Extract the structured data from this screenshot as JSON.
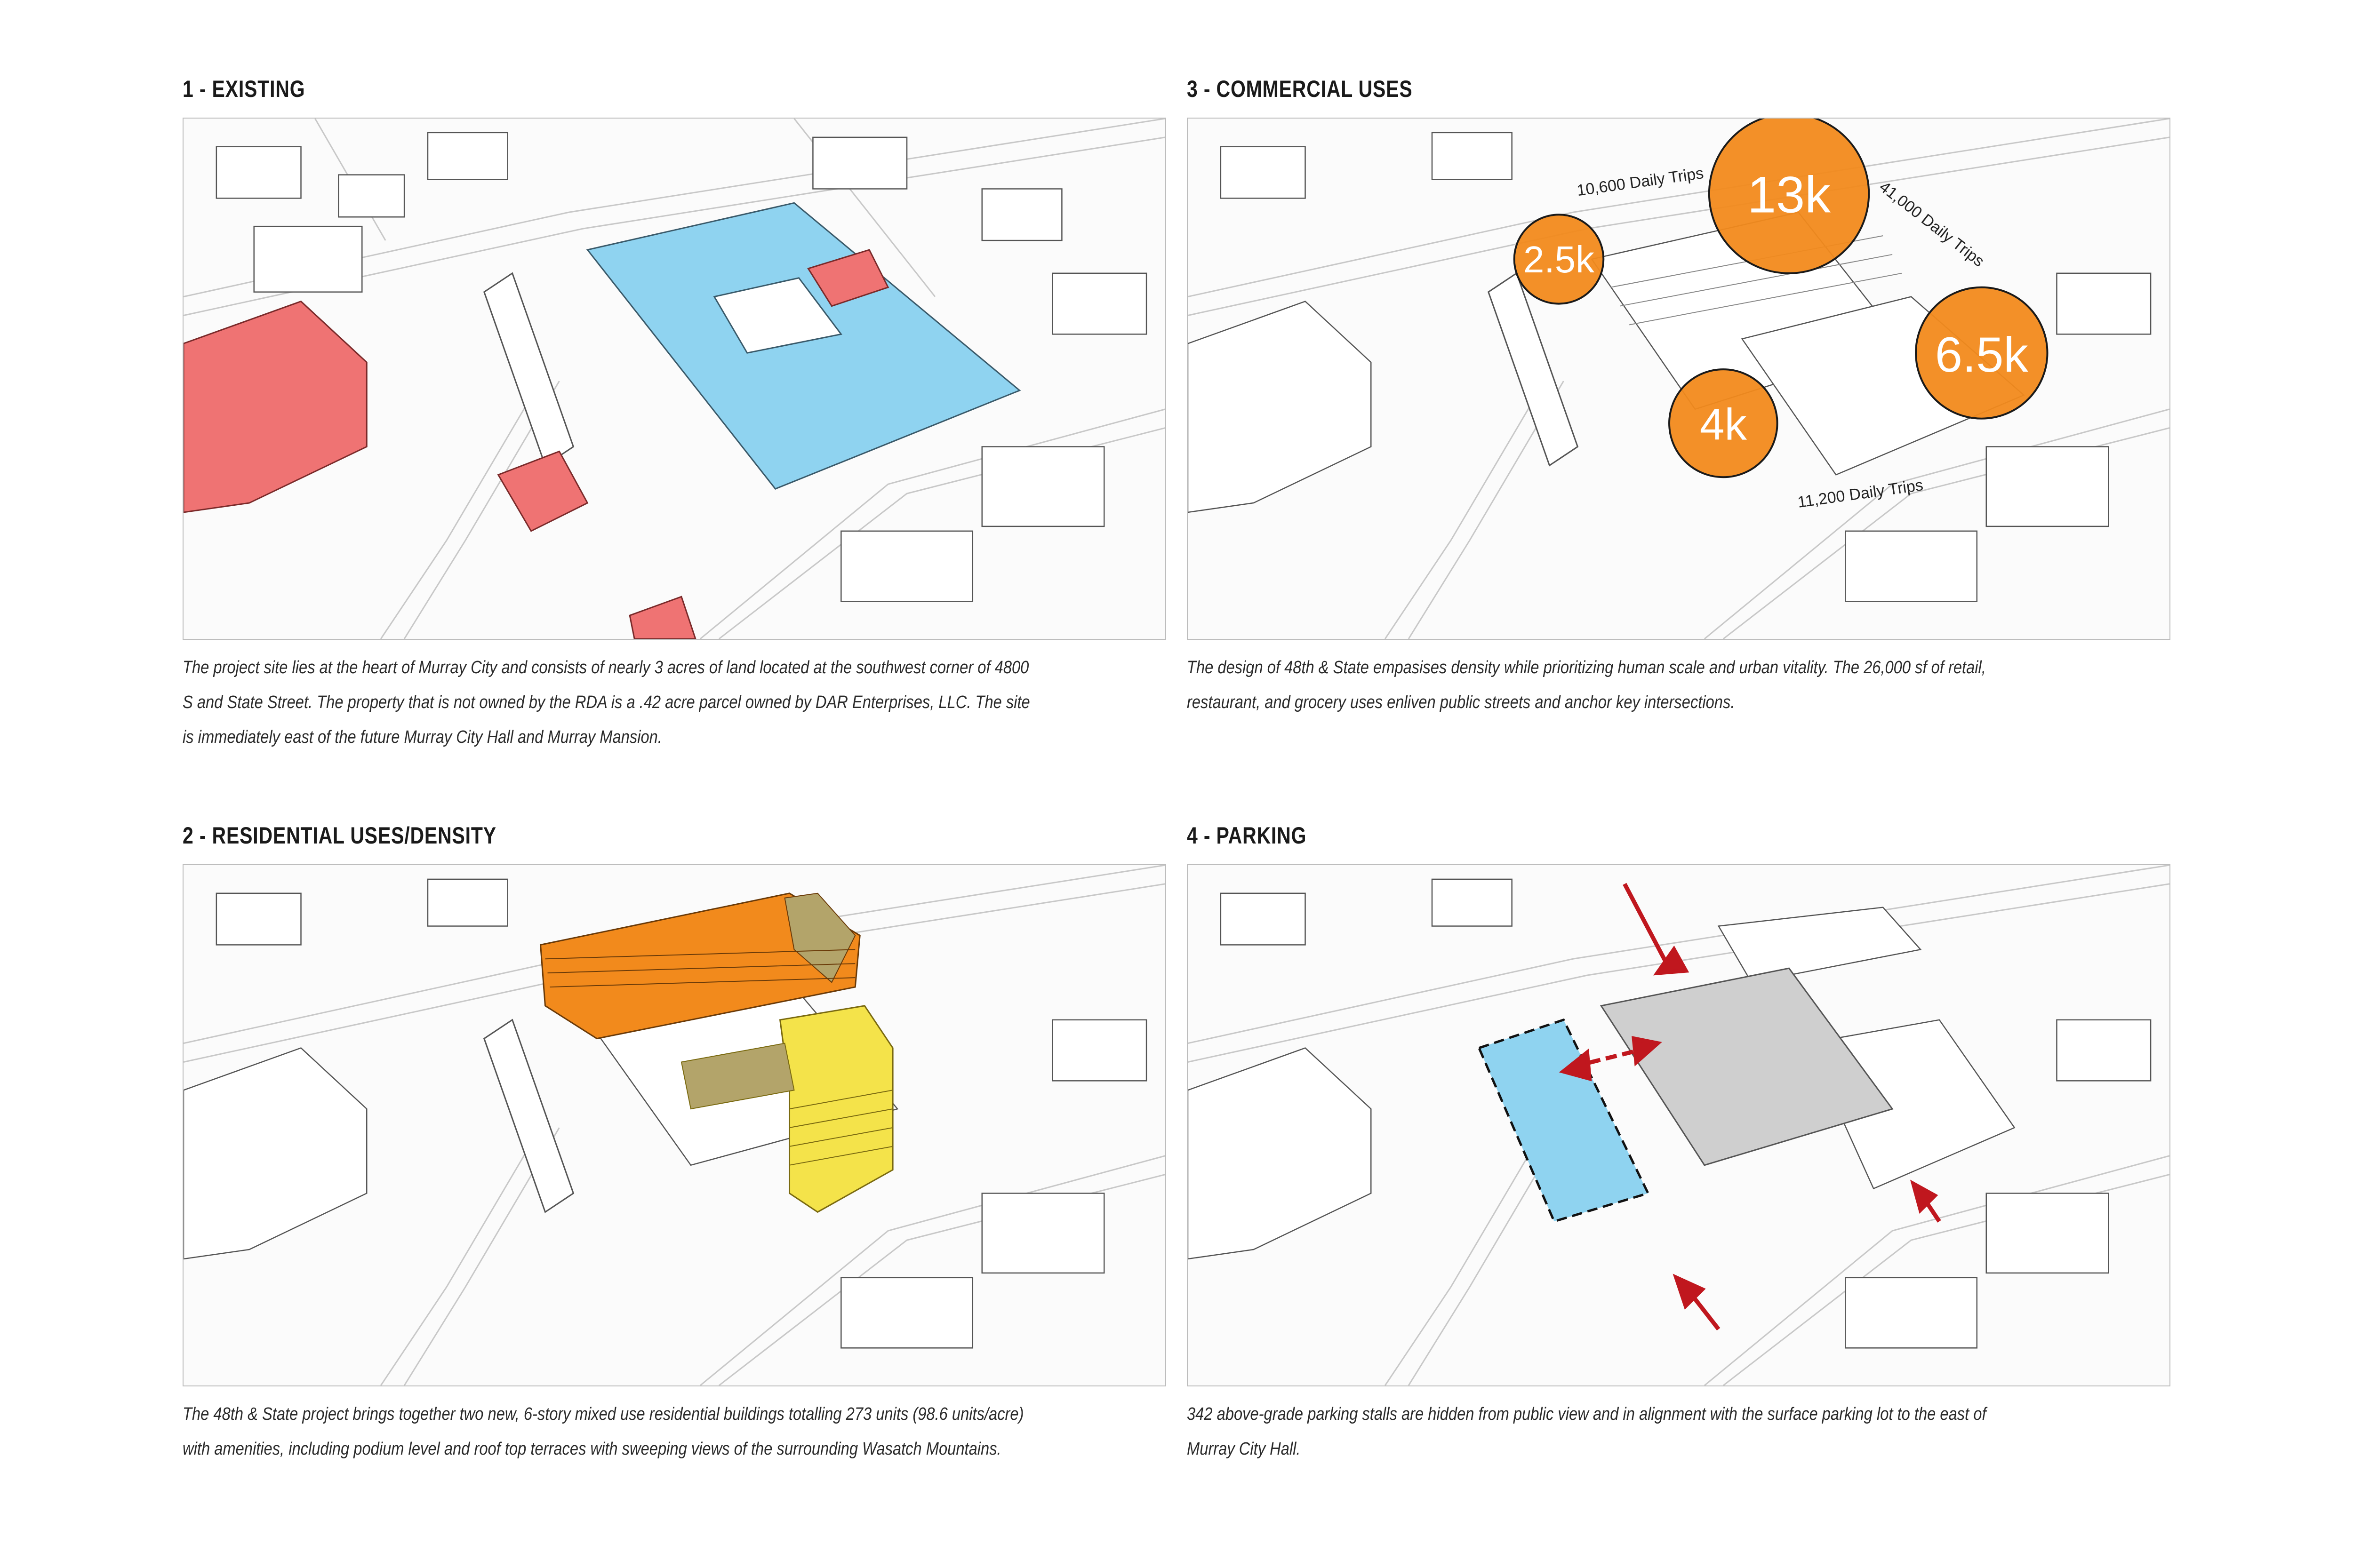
{
  "panels": {
    "existing": {
      "title": "1 - EXISTING",
      "caption": "The project site lies at the heart of Murray City and consists of nearly 3 acres of land located at the southwest corner of 4800 S and State Street. The property that is not owned by the RDA is a .42 acre parcel owned by DAR Enterprises, LLC. The site is immediately east of the future Murray City Hall and Murray Mansion."
    },
    "residential": {
      "title": "2 - RESIDENTIAL USES/DENSITY",
      "caption": "The 48th & State project brings together two new, 6-story mixed use residential buildings totalling 273 units (98.6 units/acre) with amenities, including podium level and roof top terraces with sweeping views of the surrounding Wasatch Mountains."
    },
    "commercial": {
      "title": "3 - COMMERCIAL USES",
      "caption": "The design of 48th & State empasises density while prioritizing human scale and urban vitality. The 26,000 sf of retail, restaurant, and grocery uses enliven public streets and anchor key intersections.",
      "bubbles": [
        {
          "label": "13k",
          "color": "#f28a1c"
        },
        {
          "label": "2.5k",
          "color": "#f28a1c"
        },
        {
          "label": "6.5k",
          "color": "#f28a1c"
        },
        {
          "label": "4k",
          "color": "#f28a1c"
        }
      ],
      "trips": [
        "10,600 Daily Trips",
        "41,000 Daily Trips",
        "11,200 Daily Trips"
      ]
    },
    "parking": {
      "title": "4 - PARKING",
      "caption": "342 above-grade parking stalls are hidden from public view and in alignment with the surface parking lot to the east of Murray City Hall."
    }
  },
  "colors": {
    "existing_site": "#8fd3f0",
    "existing_buildings": "#ef7373",
    "residential_orange": "#f28a1c",
    "residential_yellow": "#f4e34a",
    "parking_lot": "#8fd3f0",
    "arrow_red": "#c0171e"
  }
}
